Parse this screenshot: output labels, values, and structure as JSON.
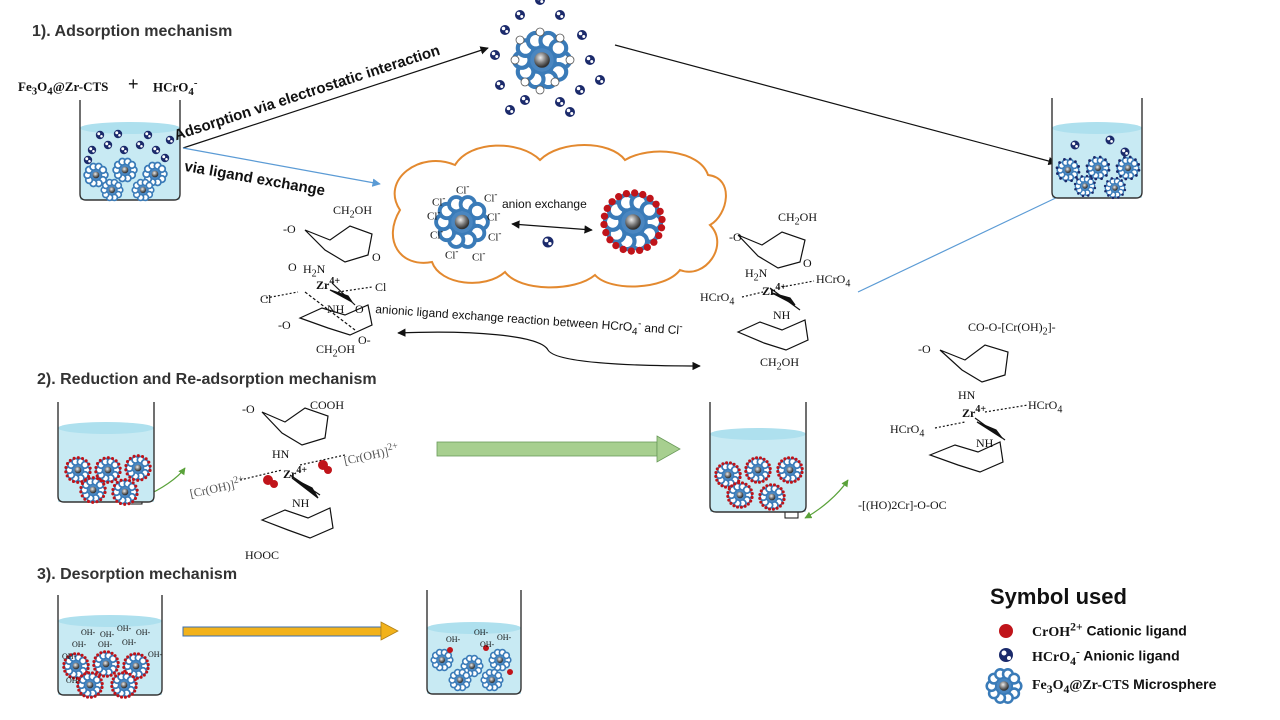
{
  "sections": {
    "s1": "1). Adsorption mechanism",
    "s2": "2). Reduction and Re-adsorption mechanism",
    "s3": "3). Desorption mechanism"
  },
  "reactants": {
    "material": "Fe3O4@Zr-CTS",
    "plus": "+",
    "anion": "HCrO4-"
  },
  "arrows": {
    "electrostatic": "Adsorption via electrostatic interaction",
    "ligand": "via ligand exchange",
    "anion_exchange": "anion exchange",
    "anionic_ligand": "anionic ligand exchange reaction between HCrO4- and Cl-"
  },
  "structure_left": {
    "ch2oh_top": "CH2OH",
    "h2n": "H2N",
    "zr": "Zr4+",
    "cl_left": "Cl",
    "cl_right": "Cl",
    "nh": "NH",
    "o": "O",
    "ch2oh_bottom": "CH2OH"
  },
  "structure_right": {
    "ch2oh_top": "CH2OH",
    "h2n": "H2N",
    "zr": "Zr4+",
    "hcro4_left": "HCrO4",
    "hcro4_right": "HCrO4",
    "nh": "NH",
    "ch2oh_bottom": "CH2OH"
  },
  "structure_reduction": {
    "cooh_top": "COOH",
    "hn": "HN",
    "zr": "Zr4+",
    "cr_left": "[Cr(OH)]2+",
    "cr_right": "[Cr(OH)]2+",
    "nh": "NH",
    "hooc": "HOOC"
  },
  "structure_readsorb": {
    "top": "CO-O-[Cr(OH)2]-",
    "hn": "HN",
    "zr": "Zr4+",
    "hcro4_left": "HCrO4",
    "hcro4_right": "HCrO4",
    "nh": "NH",
    "bottom": "-[(HO)2Cr]-O-OC"
  },
  "cloud": {
    "cl_ions": [
      "Cl-",
      "Cl-",
      "Cl-",
      "Cl-",
      "Cl-",
      "Cl-",
      "Cl-",
      "Cl-",
      "Cl-"
    ]
  },
  "desorption_oh": [
    "OH-",
    "OH-",
    "OH-",
    "OH-",
    "OH-",
    "OH-",
    "OH-",
    "OH-",
    "OH-",
    "OH-"
  ],
  "desorption_oh_after": [
    "OH-",
    "OH-",
    "OH-",
    "OH-"
  ],
  "legend": {
    "title": "Symbol used",
    "items": [
      {
        "formula": "CrOH2+",
        "desc": "Cationic ligand",
        "color": "#c0141a"
      },
      {
        "formula": "HCrO4-",
        "desc": "Anionic ligand",
        "color": "#1b2a6b"
      },
      {
        "formula": "Fe3O4@Zr-CTS",
        "desc": "Microsphere",
        "color": "#3a7bb8"
      }
    ]
  },
  "colors": {
    "liquid": "#c8eaf3",
    "microsphere_ring": "#3a7bb8",
    "microsphere_core": "#777",
    "cloud_stroke": "#e3892f",
    "green_arrow": "#a7cf8f",
    "gold_arrow": "#f2b21b",
    "blue_line": "#5b9bd5"
  }
}
